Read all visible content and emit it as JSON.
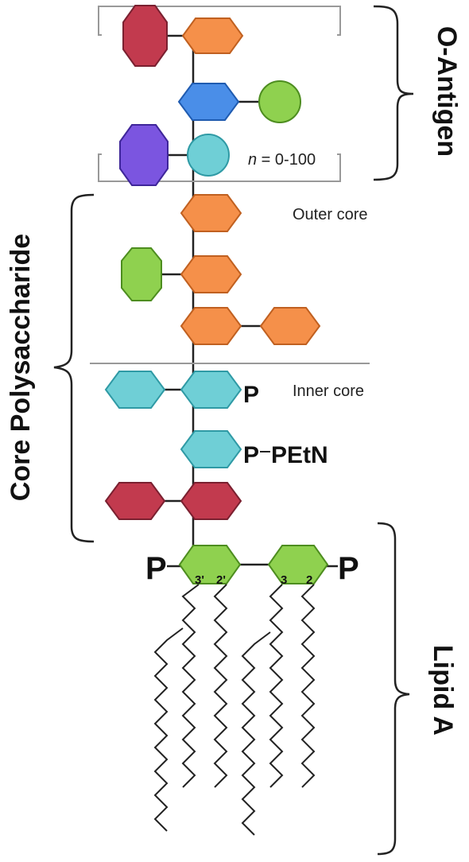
{
  "labels": {
    "o_antigen": "O-Antigen",
    "core_polysaccharide": "Core Polysaccharide",
    "lipid_a": "Lipid A",
    "outer_core": "Outer core",
    "inner_core": "Inner core",
    "repeat_n": "n",
    "repeat_range": " = 0-100",
    "phosphate": "P",
    "petn": "PEtN",
    "pos_3prime": "3'",
    "pos_2prime": "2'",
    "pos_3": "3",
    "pos_2": "2"
  },
  "colors": {
    "kdo_red": "#c23a4e",
    "heptose_teal": "#6fcfd6",
    "hexose_orange": "#f5904a",
    "lipid_green": "#8fd14f",
    "blue": "#4a8ee8",
    "purple": "#7b55e0",
    "line": "#222222"
  }
}
